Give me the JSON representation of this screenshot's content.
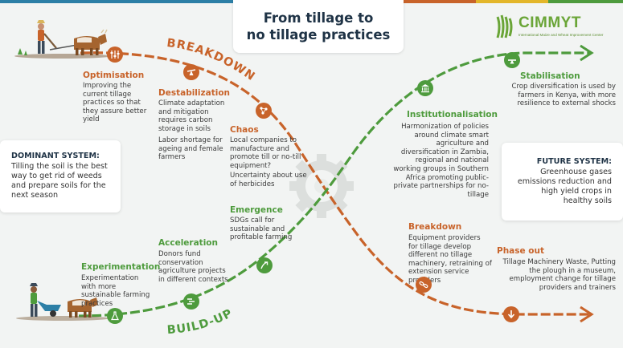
{
  "header": {
    "title_line1": "From tillage to",
    "title_line2": "no tillage practices"
  },
  "logo": {
    "name": "CIMMYT",
    "subtitle": "International Maize and Wheat Improvement Center"
  },
  "colors": {
    "breakdown_curve": "#c8632a",
    "buildup_curve": "#4e9b3d",
    "title_text": "#1f3346",
    "background": "#f2f4f3"
  },
  "curve_labels": {
    "breakdown": "BREAKDOWN",
    "buildup": "BUILD-UP"
  },
  "dominant": {
    "title": "DOMINANT SYSTEM:",
    "text": "Tilling the soil is the best way to get rid of weeds and prepare soils for the next season"
  },
  "future": {
    "title": "FUTURE SYSTEM:",
    "text": "Greenhouse gases emissions reduction and high yield crops in healthy soils"
  },
  "stages": {
    "optimisation": {
      "title": "Optimisation",
      "text": "Improving the current tillage practices so that they assure better yield",
      "icon": "sliders-icon"
    },
    "destabilization": {
      "title": "Destabilization",
      "text1": "Climate adaptation and mitigation requires carbon storage in soils",
      "text2": "Labor shortage for ageing and female farmers",
      "icon": "seesaw-icon"
    },
    "chaos": {
      "title": "Chaos",
      "text1": "Local companies to manufacture and promote till or no-till equipment?",
      "text2": "Uncertainty about use of herbicides",
      "icon": "scatter-icon"
    },
    "breakdown": {
      "title": "Breakdown",
      "text": "Equipment providers for tillage develop different no tillage machinery, retraining of extension service providers",
      "icon": "broken-link-icon"
    },
    "phase_out": {
      "title": "Phase out",
      "text": "Tillage Machinery Waste, Putting the plough in a museum, employment change for tillage providers and trainers",
      "icon": "down-arrow-icon"
    },
    "experimentation": {
      "title": "Experimentation",
      "text": "Experimentation with more sustainable farming practices",
      "icon": "flask-icon"
    },
    "acceleration": {
      "title": "Acceleration",
      "text": "Donors fund conservation agriculture projects in different contexts",
      "icon": "speed-icon"
    },
    "emergence": {
      "title": "Emergence",
      "text": "SDGs call for sustainable and profitable farming",
      "icon": "rising-arrow-icon"
    },
    "institutionalisation": {
      "title": "Institutionalisation",
      "text": "Harmonization of policies around climate smart agriculture and diversification in Zambia, regional and national working groups in Southern Africa promoting public-private partnerships for no-tillage",
      "icon": "institution-icon"
    },
    "stabilisation": {
      "title": "Stabilisation",
      "text": "Crop diversification is used by farmers in Kenya, with more resilience to external shocks",
      "icon": "balance-icon"
    }
  }
}
